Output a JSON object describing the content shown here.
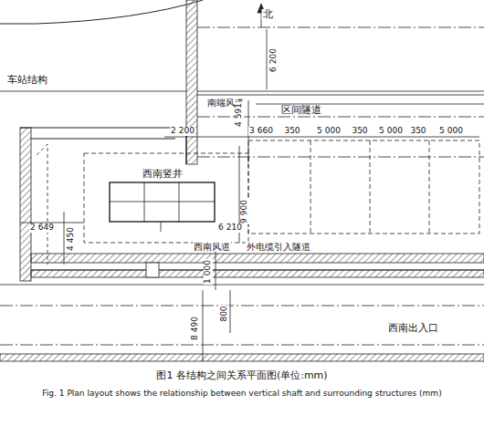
{
  "diagram": {
    "caption": "图1 各结构之间关系平面图(单位:mm)",
    "nodes": [
      {
        "text": [
          "西南竖井"
        ]
      }
    ],
    "labels": [
      "北",
      "车站结构",
      "6 200",
      "南端风道",
      "区间隧道",
      "2 200",
      "4 591",
      "3 660",
      "350",
      "5 000",
      "350",
      "5 000",
      "350",
      "5 000",
      "9 900",
      "6 210",
      "2 649",
      "4 450",
      "西南风道",
      "外电缆引入隧道",
      "1 000",
      "800",
      "西南出入口",
      "8 490",
      "Fig. 1 Plan layout shows the relationship between vertical shaft and surrounding structures (mm)"
    ]
  }
}
